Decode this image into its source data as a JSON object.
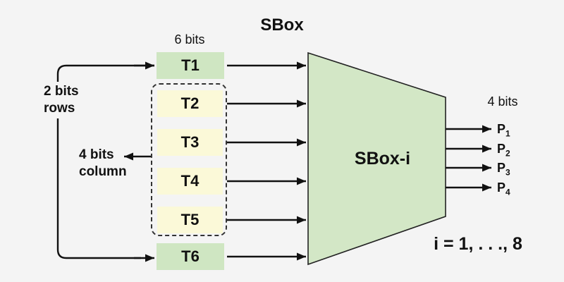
{
  "title": "SBox",
  "colors": {
    "background": "#f4f4f4",
    "green_box": "#cfe6c2",
    "yellow_box": "#fbf9d8",
    "trapezoid_fill": "#d3e7c6",
    "line": "#111111"
  },
  "input_width_label": "6 bits",
  "rows_label": {
    "line1": "2 bits",
    "line2": "rows"
  },
  "column_label": {
    "line1": "4 bits",
    "line2": "column"
  },
  "t_boxes": [
    {
      "label": "T1",
      "type": "green"
    },
    {
      "label": "T2",
      "type": "yellow"
    },
    {
      "label": "T3",
      "type": "yellow"
    },
    {
      "label": "T4",
      "type": "yellow"
    },
    {
      "label": "T5",
      "type": "yellow"
    },
    {
      "label": "T6",
      "type": "green"
    }
  ],
  "sbox": {
    "label": "SBox-i"
  },
  "output_width_label": "4 bits",
  "outputs": [
    {
      "base": "P",
      "sub": "1"
    },
    {
      "base": "P",
      "sub": "2"
    },
    {
      "base": "P",
      "sub": "3"
    },
    {
      "base": "P",
      "sub": "4"
    }
  ],
  "index_note": "i = 1, . . ., 8"
}
